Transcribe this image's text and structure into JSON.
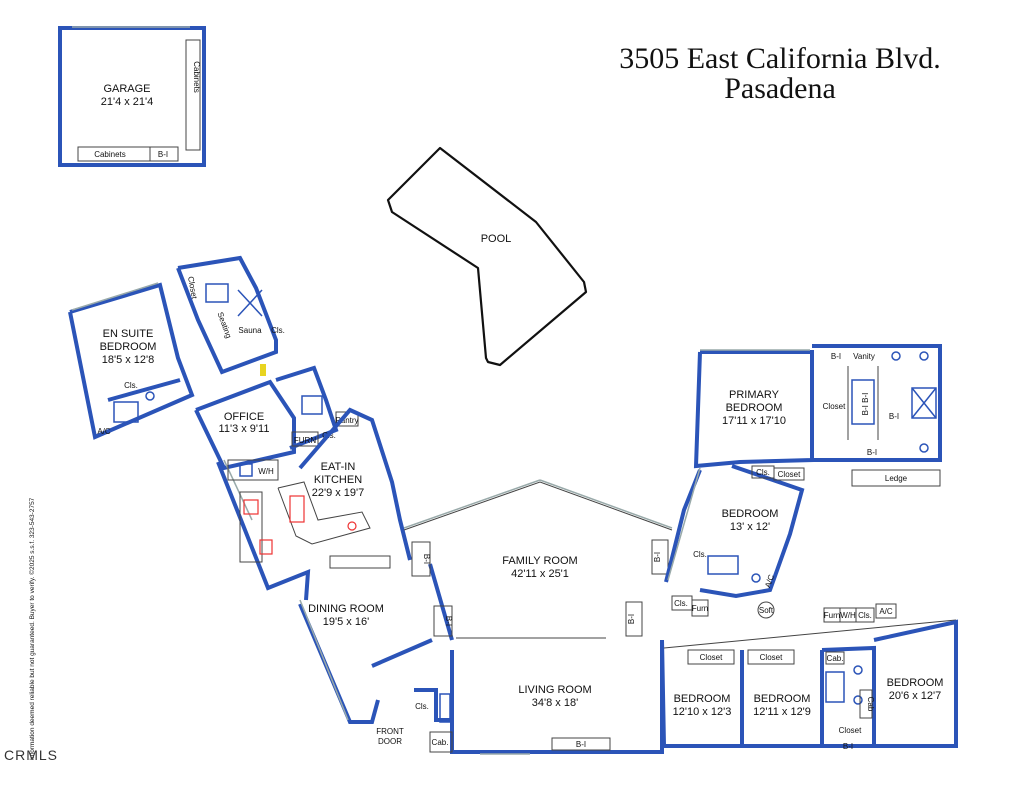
{
  "title": {
    "line1": "3505 East California Blvd.",
    "line2": "Pasadena"
  },
  "rooms": {
    "garage": {
      "name": "GARAGE",
      "dims": "21'4 x 21'4"
    },
    "pool": {
      "name": "POOL"
    },
    "en_suite": {
      "name1": "EN SUITE",
      "name2": "BEDROOM",
      "dims": "18'5 x 12'8"
    },
    "office": {
      "name": "OFFICE",
      "dims": "11'3 x 9'11"
    },
    "kitchen": {
      "name1": "EAT-IN",
      "name2": "KITCHEN",
      "dims": "22'9 x 19'7"
    },
    "dining": {
      "name": "DINING ROOM",
      "dims": "19'5 x 16'"
    },
    "family": {
      "name": "FAMILY ROOM",
      "dims": "42'11 x 25'1"
    },
    "living": {
      "name": "LIVING ROOM",
      "dims": "34'8 x 18'"
    },
    "primary": {
      "name1": "PRIMARY",
      "name2": "BEDROOM",
      "dims": "17'11 x 17'10"
    },
    "bedroom_mid": {
      "name": "BEDROOM",
      "dims": "13' x 12'"
    },
    "bedroom_a": {
      "name": "BEDROOM",
      "dims": "12'10 x 12'3"
    },
    "bedroom_b": {
      "name": "BEDROOM",
      "dims": "12'11 x 12'9"
    },
    "bedroom_c": {
      "name": "BEDROOM",
      "dims": "20'6 x 12'7"
    }
  },
  "small_labels": {
    "cabinets": "Cabinets",
    "bi": "B-I",
    "bi_pair": "B-I B-I",
    "sauna": "Sauna",
    "seating": "Seating",
    "closet": "Closet",
    "cls": "Cls.",
    "ac": "A/C",
    "wh": "W/H",
    "furn": "FURN",
    "furn_lower": "Furn",
    "pantry": "Pantry",
    "vanity": "Vanity",
    "ledge": "Ledge",
    "soft": "Soft",
    "cab": "Cab.",
    "cab_short": "Cab",
    "front_door1": "FRONT",
    "front_door2": "DOOR"
  },
  "disclaimer": "Information deemed reliable but not guaranteed. Buyer to verify. ©2025 s.s.f. 323-543-2757",
  "watermark": "CRMLS"
}
